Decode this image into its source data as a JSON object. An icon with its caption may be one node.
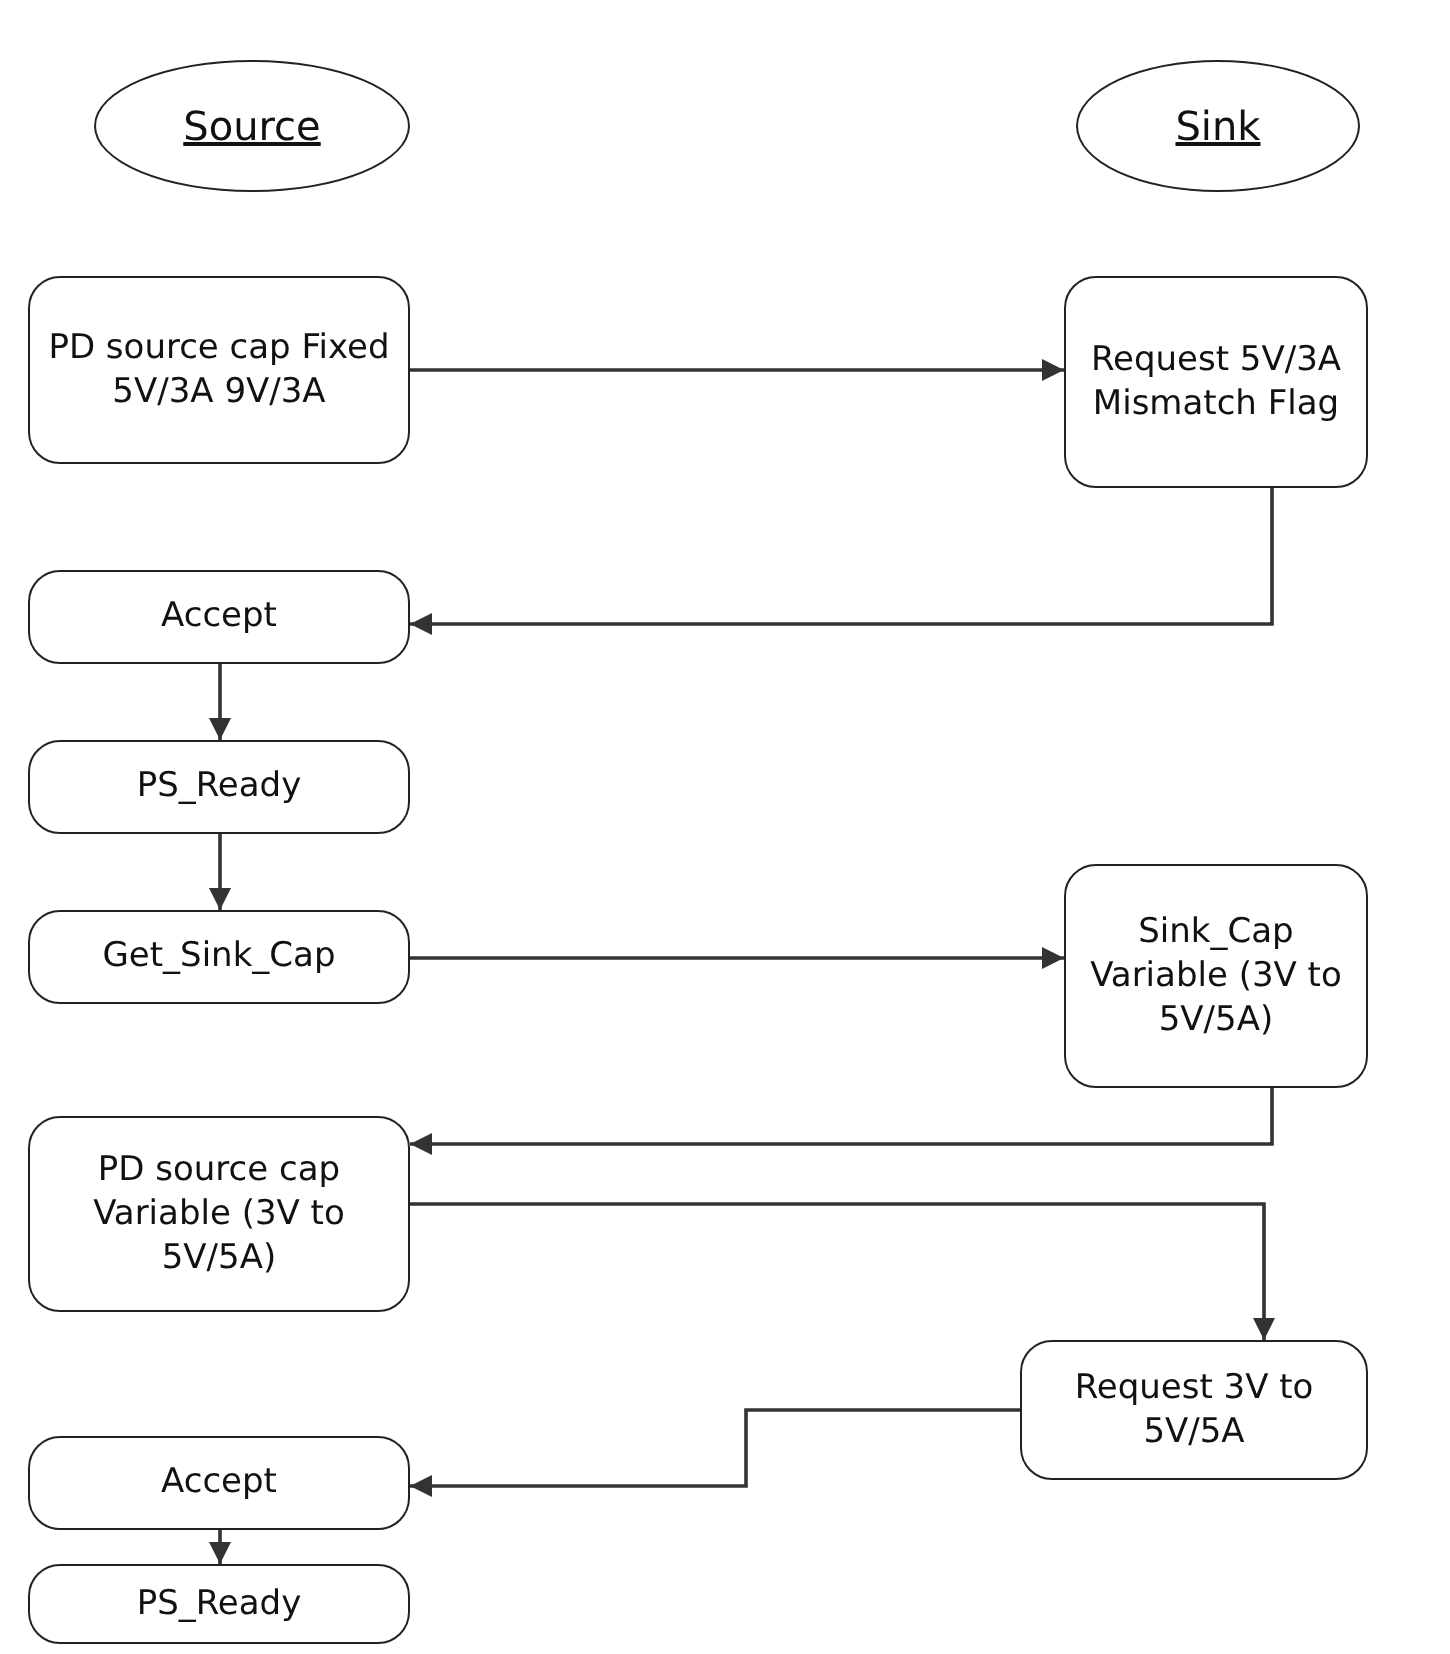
{
  "diagram": {
    "nodes": [
      {
        "text": [
          "Source"
        ]
      },
      {
        "text": [
          "Sink"
        ]
      },
      {
        "text": [
          "PD source cap Fixed 5V/3A 9V/3A"
        ]
      },
      {
        "text": [
          "Request 5V/3A Mismatch Flag"
        ]
      },
      {
        "text": [
          "Accept"
        ]
      },
      {
        "text": [
          "PS_Ready"
        ]
      },
      {
        "text": [
          "Get_Sink_Cap"
        ]
      },
      {
        "text": [
          "Sink_Cap Variable (3V to 5V/5A)"
        ]
      },
      {
        "text": [
          "PD source cap Variable (3V to 5V/5A)"
        ]
      },
      {
        "text": [
          "Request 3V to 5V/5A"
        ]
      },
      {
        "text": [
          "Accept"
        ]
      },
      {
        "text": [
          "PS_Ready"
        ]
      }
    ],
    "edges": [
      {
        "from": 2,
        "to": 3,
        "arrow": "to"
      },
      {
        "from": 3,
        "to": 4,
        "arrow": "to"
      },
      {
        "from": 4,
        "to": 5,
        "arrow": "to"
      },
      {
        "from": 5,
        "to": 6,
        "arrow": "to"
      },
      {
        "from": 6,
        "to": 7,
        "arrow": "to"
      },
      {
        "from": 7,
        "to": 8,
        "arrow": "to"
      },
      {
        "from": 8,
        "to": 9,
        "arrow": "to"
      },
      {
        "from": 9,
        "to": 10,
        "arrow": "to"
      },
      {
        "from": 10,
        "to": 11,
        "arrow": "to"
      }
    ]
  }
}
